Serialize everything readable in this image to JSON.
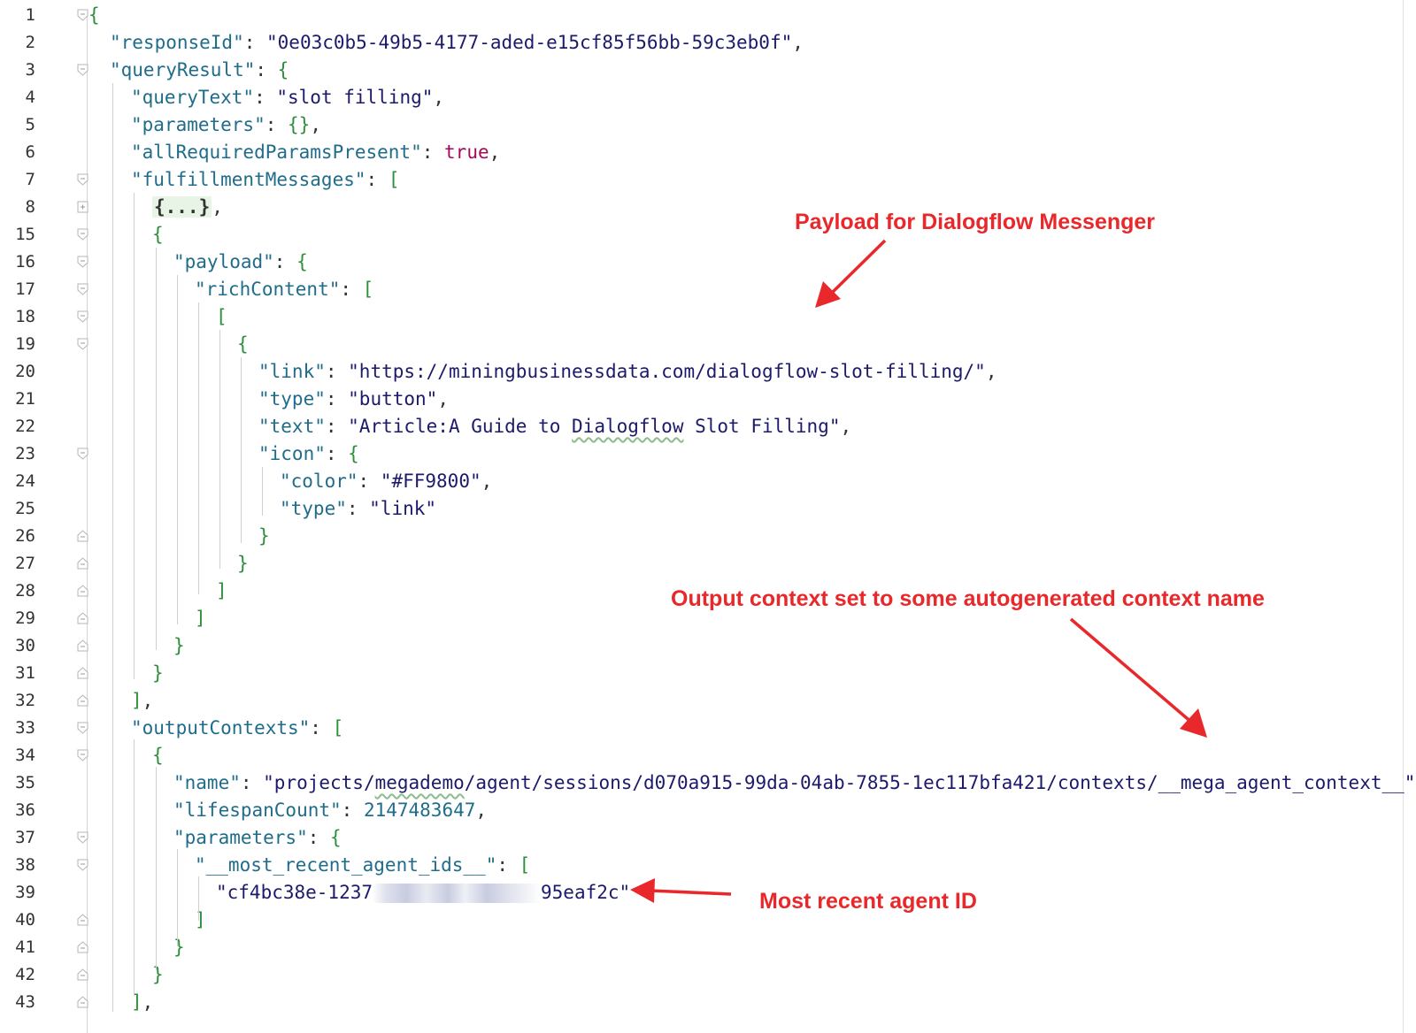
{
  "editor": {
    "lines": [
      {
        "n": "1",
        "tokens": [
          [
            "br",
            "{"
          ]
        ]
      },
      {
        "n": "2",
        "tokens": [
          [
            "key",
            "\"responseId\""
          ],
          [
            "p",
            ": "
          ],
          [
            "str",
            "\"0e03c0b5-49b5-4177-aded-e15cf85f56bb-59c3eb0f\""
          ],
          [
            "p",
            ","
          ]
        ]
      },
      {
        "n": "3",
        "tokens": [
          [
            "key",
            "\"queryResult\""
          ],
          [
            "p",
            ": "
          ],
          [
            "br",
            "{"
          ]
        ]
      },
      {
        "n": "4",
        "tokens": [
          [
            "key",
            "\"queryText\""
          ],
          [
            "p",
            ": "
          ],
          [
            "str",
            "\"slot filling\""
          ],
          [
            "p",
            ","
          ]
        ]
      },
      {
        "n": "5",
        "tokens": [
          [
            "key",
            "\"parameters\""
          ],
          [
            "p",
            ": "
          ],
          [
            "br",
            "{}"
          ],
          [
            "p",
            ","
          ]
        ]
      },
      {
        "n": "6",
        "tokens": [
          [
            "key",
            "\"allRequiredParamsPresent\""
          ],
          [
            "p",
            ": "
          ],
          [
            "kw",
            "true"
          ],
          [
            "p",
            ","
          ]
        ]
      },
      {
        "n": "7",
        "tokens": [
          [
            "key",
            "\"fulfillmentMessages\""
          ],
          [
            "p",
            ": "
          ],
          [
            "br",
            "["
          ]
        ]
      },
      {
        "n": "8",
        "tokens": [
          [
            "collapsed",
            "{...}"
          ],
          [
            "p",
            ","
          ]
        ]
      },
      {
        "n": "15",
        "tokens": [
          [
            "br",
            "{"
          ]
        ]
      },
      {
        "n": "16",
        "tokens": [
          [
            "key",
            "\"payload\""
          ],
          [
            "p",
            ": "
          ],
          [
            "br",
            "{"
          ]
        ]
      },
      {
        "n": "17",
        "tokens": [
          [
            "key",
            "\"richContent\""
          ],
          [
            "p",
            ": "
          ],
          [
            "br",
            "["
          ]
        ]
      },
      {
        "n": "18",
        "tokens": [
          [
            "br",
            "["
          ]
        ]
      },
      {
        "n": "19",
        "tokens": [
          [
            "br",
            "{"
          ]
        ]
      },
      {
        "n": "20",
        "tokens": [
          [
            "key",
            "\"link\""
          ],
          [
            "p",
            ": "
          ],
          [
            "str",
            "\"https://miningbusinessdata.com/dialogflow-slot-filling/\""
          ],
          [
            "p",
            ","
          ]
        ]
      },
      {
        "n": "21",
        "tokens": [
          [
            "key",
            "\"type\""
          ],
          [
            "p",
            ": "
          ],
          [
            "str",
            "\"button\""
          ],
          [
            "p",
            ","
          ]
        ]
      },
      {
        "n": "22",
        "tokens": [
          [
            "key",
            "\"text\""
          ],
          [
            "p",
            ": "
          ],
          [
            "str",
            "\"Article:A Guide to "
          ],
          [
            "strw",
            "Dialogflow"
          ],
          [
            "str",
            " Slot Filling\""
          ],
          [
            "p",
            ","
          ]
        ]
      },
      {
        "n": "23",
        "tokens": [
          [
            "key",
            "\"icon\""
          ],
          [
            "p",
            ": "
          ],
          [
            "br",
            "{"
          ]
        ]
      },
      {
        "n": "24",
        "tokens": [
          [
            "key",
            "\"color\""
          ],
          [
            "p",
            ": "
          ],
          [
            "str",
            "\"#FF9800\""
          ],
          [
            "p",
            ","
          ]
        ]
      },
      {
        "n": "25",
        "tokens": [
          [
            "key",
            "\"type\""
          ],
          [
            "p",
            ": "
          ],
          [
            "str",
            "\"link\""
          ]
        ]
      },
      {
        "n": "26",
        "tokens": [
          [
            "br",
            "}"
          ]
        ]
      },
      {
        "n": "27",
        "tokens": [
          [
            "br",
            "}"
          ]
        ]
      },
      {
        "n": "28",
        "tokens": [
          [
            "br",
            "]"
          ]
        ]
      },
      {
        "n": "29",
        "tokens": [
          [
            "br",
            "]"
          ]
        ]
      },
      {
        "n": "30",
        "tokens": [
          [
            "br",
            "}"
          ]
        ]
      },
      {
        "n": "31",
        "tokens": [
          [
            "br",
            "}"
          ]
        ]
      },
      {
        "n": "32",
        "tokens": [
          [
            "br",
            "]"
          ],
          [
            "p",
            ","
          ]
        ]
      },
      {
        "n": "33",
        "tokens": [
          [
            "key",
            "\"outputContexts\""
          ],
          [
            "p",
            ": "
          ],
          [
            "br",
            "["
          ]
        ]
      },
      {
        "n": "34",
        "tokens": [
          [
            "br",
            "{"
          ]
        ]
      },
      {
        "n": "35",
        "tokens": [
          [
            "key",
            "\"name\""
          ],
          [
            "p",
            ": "
          ],
          [
            "str",
            "\"projects/"
          ],
          [
            "strw",
            "megademo"
          ],
          [
            "str",
            "/agent/sessions/d070a915-99da-04ab-7855-1ec117bfa421/contexts/__mega_agent_context__\""
          ],
          [
            "p",
            ","
          ]
        ]
      },
      {
        "n": "36",
        "tokens": [
          [
            "key",
            "\"lifespanCount\""
          ],
          [
            "p",
            ": "
          ],
          [
            "num",
            "2147483647"
          ],
          [
            "p",
            ","
          ]
        ]
      },
      {
        "n": "37",
        "tokens": [
          [
            "key",
            "\"parameters\""
          ],
          [
            "p",
            ": "
          ],
          [
            "br",
            "{"
          ]
        ]
      },
      {
        "n": "38",
        "tokens": [
          [
            "key",
            "\"__most_recent_agent_ids__\""
          ],
          [
            "p",
            ": "
          ],
          [
            "br",
            "["
          ]
        ]
      },
      {
        "n": "39",
        "tokens": [
          [
            "str",
            "\"cf4bc38e-1237"
          ],
          [
            "blur",
            ""
          ],
          [
            "str",
            "95eaf2c\""
          ]
        ]
      },
      {
        "n": "40",
        "tokens": [
          [
            "br",
            "]"
          ]
        ]
      },
      {
        "n": "41",
        "tokens": [
          [
            "br",
            "}"
          ]
        ]
      },
      {
        "n": "42",
        "tokens": [
          [
            "br",
            "}"
          ]
        ]
      },
      {
        "n": "43",
        "tokens": [
          [
            "br",
            "]"
          ],
          [
            "p",
            ","
          ]
        ]
      }
    ]
  },
  "annotations": {
    "payload": "Payload for Dialogflow Messenger",
    "output_context": "Output context set to some autogenerated context name",
    "agent_id": "Most recent agent ID",
    "color": "#e8282b"
  }
}
